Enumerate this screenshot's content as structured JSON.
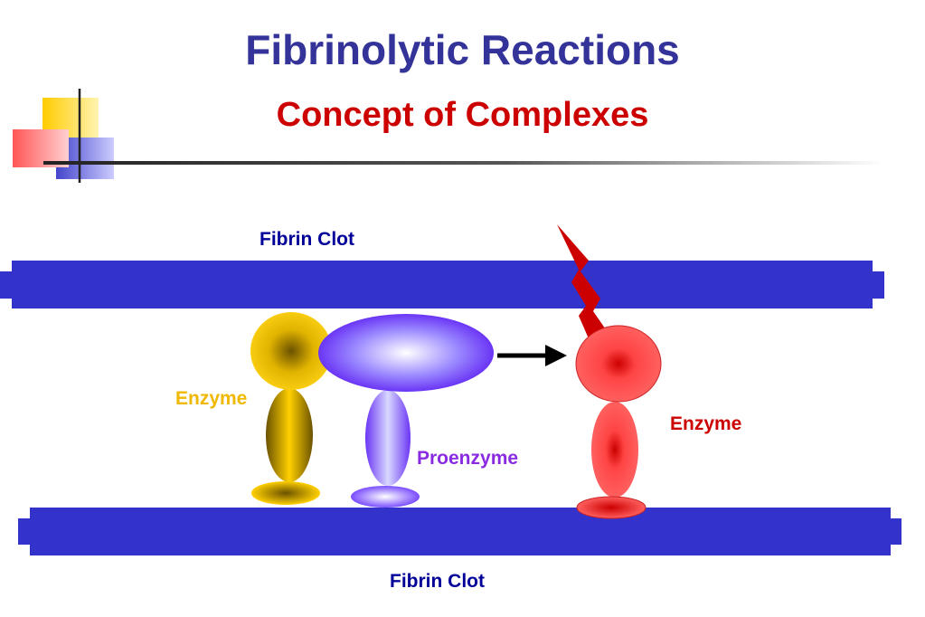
{
  "slide": {
    "title": "Fibrinolytic Reactions",
    "subtitle": "Concept of Complexes"
  },
  "labels": {
    "fibrin_clot_top": "Fibrin Clot",
    "fibrin_clot_bottom": "Fibrin Clot",
    "enzyme_left": "Enzyme",
    "proenzyme": "Proenzyme",
    "enzyme_right": "Enzyme"
  },
  "colors": {
    "title": "#333399",
    "subtitle": "#cc0000",
    "fibrin": "#3333cc",
    "enzyme_gold": "#f5c400",
    "proenzyme_purple": "#7a4dff",
    "active_enzyme_red": "#ff4d4d",
    "bolt_red": "#cc0000",
    "label_gold": "#f0b800",
    "label_purple": "#8a2be2",
    "label_red": "#cc0000"
  }
}
